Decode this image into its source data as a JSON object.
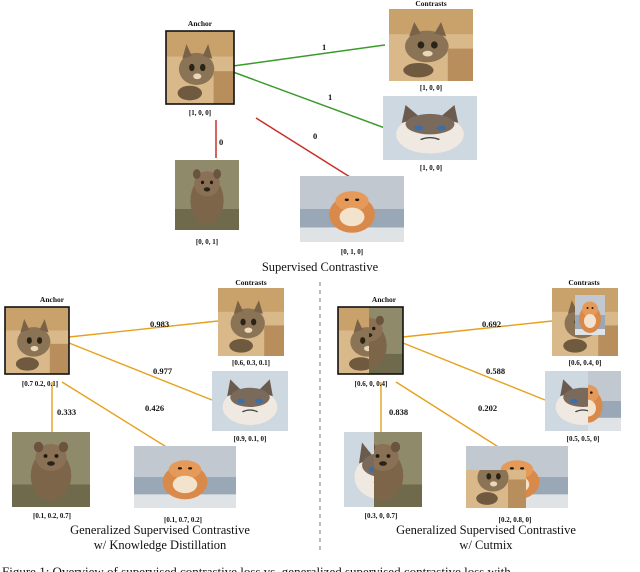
{
  "top": {
    "anchor_header": "Anchor",
    "contrasts_header": "Contrasts",
    "anchor_label": "[1, 0, 0]",
    "contrast_cat1_label": "[1, 0, 0]",
    "contrast_cat2_label": "[1, 0, 0]",
    "quokka_label": "[0, 0, 1]",
    "pom_label": "[0, 1, 0]",
    "w_cat1": "1",
    "w_cat2": "1",
    "w_quokka": "0",
    "w_pom": "0",
    "caption": "Supervised Contrastive"
  },
  "bl": {
    "anchor_header": "Anchor",
    "contrasts_header": "Contrasts",
    "anchor_label": "[0.7 0.2, 0.1]",
    "c1_label": "[0.6, 0.3, 0.1]",
    "c2_label": "[0.9, 0.1, 0]",
    "quokka_label": "[0.1, 0.2, 0.7]",
    "pom_label": "[0.1, 0.7, 0.2]",
    "w1": "0.983",
    "w2": "0.977",
    "w3": "0.426",
    "w4": "0.333",
    "caption1": "Generalized Supervised Contrastive",
    "caption2": "w/ Knowledge Distillation"
  },
  "br": {
    "anchor_header": "Anchor",
    "contrasts_header": "Contrasts",
    "anchor_label": "[0.6, 0, 0.4]",
    "c1_label": "[0.6, 0.4, 0]",
    "c2_label": "[0.5, 0.5, 0]",
    "b1_label": "[0.3, 0, 0.7]",
    "b2_label": "[0.2, 0.8, 0]",
    "w1": "0.692",
    "w2": "0.588",
    "w3": "0.202",
    "w4": "0.838",
    "caption1": "Generalized Supervised Contrastive",
    "caption2": "w/ Cutmix"
  },
  "figure_caption": "Figure 1: Overview of supervised contrastive loss vs. generalized supervised contrastive loss with",
  "colors": {
    "positive_edge": "#3a9a2a",
    "negative_edge": "#c8302a",
    "soft_edge": "#e5a11c",
    "divider": "#999999"
  }
}
